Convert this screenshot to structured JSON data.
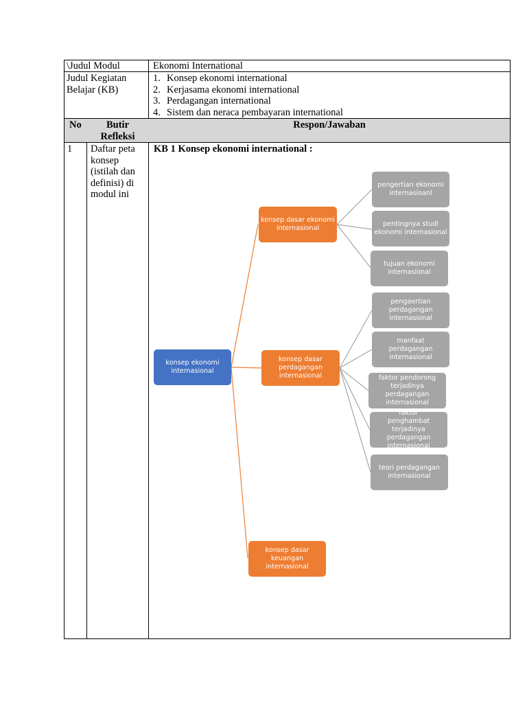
{
  "table": {
    "row1": {
      "label": "\\Judul Modul",
      "value": "Ekonomi International"
    },
    "row2": {
      "label": "Judul Kegiatan Belajar (KB)",
      "items": [
        {
          "num": "1.",
          "text": "Konsep ekonomi international"
        },
        {
          "num": "2.",
          "text": "Kerjasama ekonomi international"
        },
        {
          "num": "3.",
          "text": "Perdagangan international"
        },
        {
          "num": "4.",
          "text": "Sistem dan neraca pembayaran international"
        }
      ]
    },
    "header": {
      "no": "No",
      "butir": "Butir Refleksi",
      "respon": "Respon/Jawaban"
    },
    "row3": {
      "no": "1",
      "butir": "Daftar peta konsep (istilah dan definisi) di modul ini",
      "kb_title": "KB 1 Konsep ekonomi international :"
    }
  },
  "concept_map": {
    "root": "konsep ekonomi internasional",
    "branch1": "konsep dasar ekonomi internasional",
    "branch2": "konsep dasar perdagangan internasional",
    "branch3": "konsep dasar keuangan internasional",
    "b1_leaves": [
      "pengertian ekonomi internasioanl",
      "pentingnya studi ekonomi internasional",
      "tujuan ekonomi internasional"
    ],
    "b2_leaves": [
      "pengaertian perdagangan internasional",
      "manfaat perdagangan internasional",
      "faktor pendorong terjadinya perdagangan internasional",
      "faktor penghambat terjadinya perdagangan internasional",
      "teori perdagangan internasional"
    ],
    "colors": {
      "root": "#4472c4",
      "branch": "#ed7d31",
      "leaf": "#a5a5a5",
      "connector_root": "#ed7d31",
      "connector_leaf": "#a5a5a5"
    }
  }
}
